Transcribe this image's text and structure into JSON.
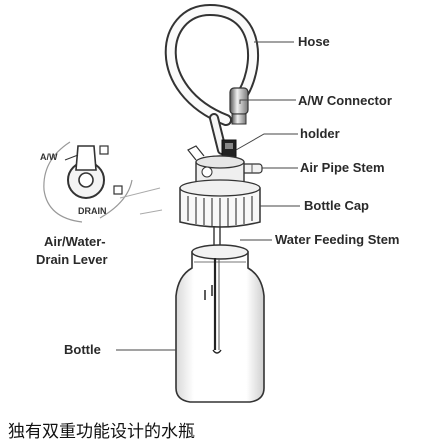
{
  "labels": {
    "hose": "Hose",
    "aw_connector": "A/W Connector",
    "holder": "holder",
    "air_pipe_stem": "Air Pipe Stem",
    "bottle_cap": "Bottle Cap",
    "water_feeding_stem": "Water Feeding Stem",
    "lever_line1": "Air/Water-",
    "lever_line2": "Drain Lever",
    "bottle": "Bottle",
    "dial_aw": "A/W",
    "dial_drain": "DRAIN"
  },
  "caption": "独有双重功能设计的水瓶"
}
